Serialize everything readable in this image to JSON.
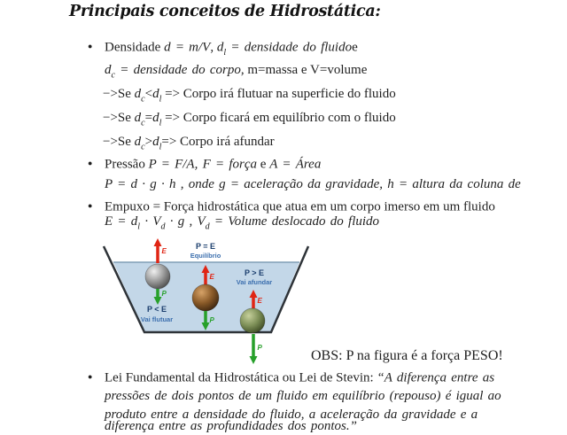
{
  "document": {
    "title": "Principais conceitos de Hidrostática:",
    "obs": "OBS: P na figura é a força PESO!",
    "lines": [
      [
        {
          "t": "●",
          "s": "b"
        },
        {
          "t": "Densidade ",
          "s": "n"
        },
        {
          "t": "d = m/V",
          "s": "i"
        },
        {
          "t": ", ",
          "s": "n"
        },
        {
          "t": "d",
          "s": "i"
        },
        {
          "t": "l",
          "s": "sub"
        },
        {
          "t": " = densidade do fluido",
          "s": "i"
        },
        {
          "t": "e",
          "s": "n"
        }
      ],
      [
        {
          "t": "d",
          "s": "i"
        },
        {
          "t": "c",
          "s": "sub"
        },
        {
          "t": " = densidade do corpo",
          "s": "i"
        },
        {
          "t": ", m=massa e V=volume",
          "s": "n"
        }
      ],
      [
        {
          "t": "−>Se ",
          "s": "n"
        },
        {
          "t": "d",
          "s": "i"
        },
        {
          "t": "c",
          "s": "sub"
        },
        {
          "t": "<",
          "s": "n"
        },
        {
          "t": "d",
          "s": "i"
        },
        {
          "t": "l",
          "s": "sub"
        },
        {
          "t": " => Corpo irá flutuar na superficie do fluido",
          "s": "n"
        }
      ],
      [
        {
          "t": "−>Se ",
          "s": "n"
        },
        {
          "t": "d",
          "s": "i"
        },
        {
          "t": "c",
          "s": "sub"
        },
        {
          "t": "=",
          "s": "n"
        },
        {
          "t": "d",
          "s": "i"
        },
        {
          "t": "l",
          "s": "sub"
        },
        {
          "t": " => Corpo ficará em equilíbrio com o fluido",
          "s": "n"
        }
      ],
      [
        {
          "t": "−>Se ",
          "s": "n"
        },
        {
          "t": "d",
          "s": "i"
        },
        {
          "t": "c",
          "s": "sub"
        },
        {
          "t": ">",
          "s": "n"
        },
        {
          "t": "d",
          "s": "i"
        },
        {
          "t": "l",
          "s": "sub"
        },
        {
          "t": "=> Corpo irá afundar",
          "s": "n"
        }
      ],
      [
        {
          "t": "●",
          "s": "b"
        },
        {
          "t": "Pressão ",
          "s": "n"
        },
        {
          "t": "P = F/A, F = força",
          "s": "i"
        },
        {
          "t": " e ",
          "s": "n"
        },
        {
          "t": "A = Área",
          "s": "i"
        }
      ],
      [
        {
          "t": "P = d · g · h , onde g = aceleração da gravidade, h = altura da coluna de",
          "s": "i"
        }
      ],
      [
        {
          "t": "●",
          "s": "b"
        },
        {
          "t": "Empuxo = Força hidrostática que atua em um corpo imerso em um fluido",
          "s": "n"
        }
      ],
      [
        {
          "t": "E = d",
          "s": "i"
        },
        {
          "t": "l",
          "s": "sub"
        },
        {
          "t": " · V",
          "s": "i"
        },
        {
          "t": "d",
          "s": "sub"
        },
        {
          "t": " · g , V",
          "s": "i"
        },
        {
          "t": "d",
          "s": "sub"
        },
        {
          "t": " = Volume deslocado do fluido",
          "s": "i"
        }
      ],
      [
        {
          "t": "●",
          "s": "b"
        },
        {
          "t": "Lei Fundamental da Hidrostática ou Lei de Stevin: ",
          "s": "n"
        },
        {
          "t": "“A diferença entre as",
          "s": "i"
        }
      ],
      [
        {
          "t": "pressões de dois pontos de um fluido em equilíbrio (repouso) é igual ao",
          "s": "i"
        }
      ],
      [
        {
          "t": "produto entre a densidade do fluido, a aceleração da gravidade e a",
          "s": "i"
        }
      ],
      [
        {
          "t": "diferença entre as profundidades dos pontos.”",
          "s": "i"
        }
      ]
    ]
  },
  "figure": {
    "float_condition": "P < E",
    "float_caption": "Vai flutuar",
    "equilibrium_condition": "P = E",
    "equilibrium_caption": "Equilíbrio",
    "sink_condition": "P > E",
    "sink_caption": "Vai afundar",
    "buoyancy_label": "E",
    "weight_label": "P",
    "colors": {
      "fluid": "#c3d7e8",
      "surface_line": "#7f9db5",
      "container_outline": "#2e3338",
      "arrow_buoyancy": "#e02514",
      "arrow_weight": "#27a02a",
      "condition_text": "#1c3f6e",
      "caption_text": "#3c6fae"
    }
  }
}
